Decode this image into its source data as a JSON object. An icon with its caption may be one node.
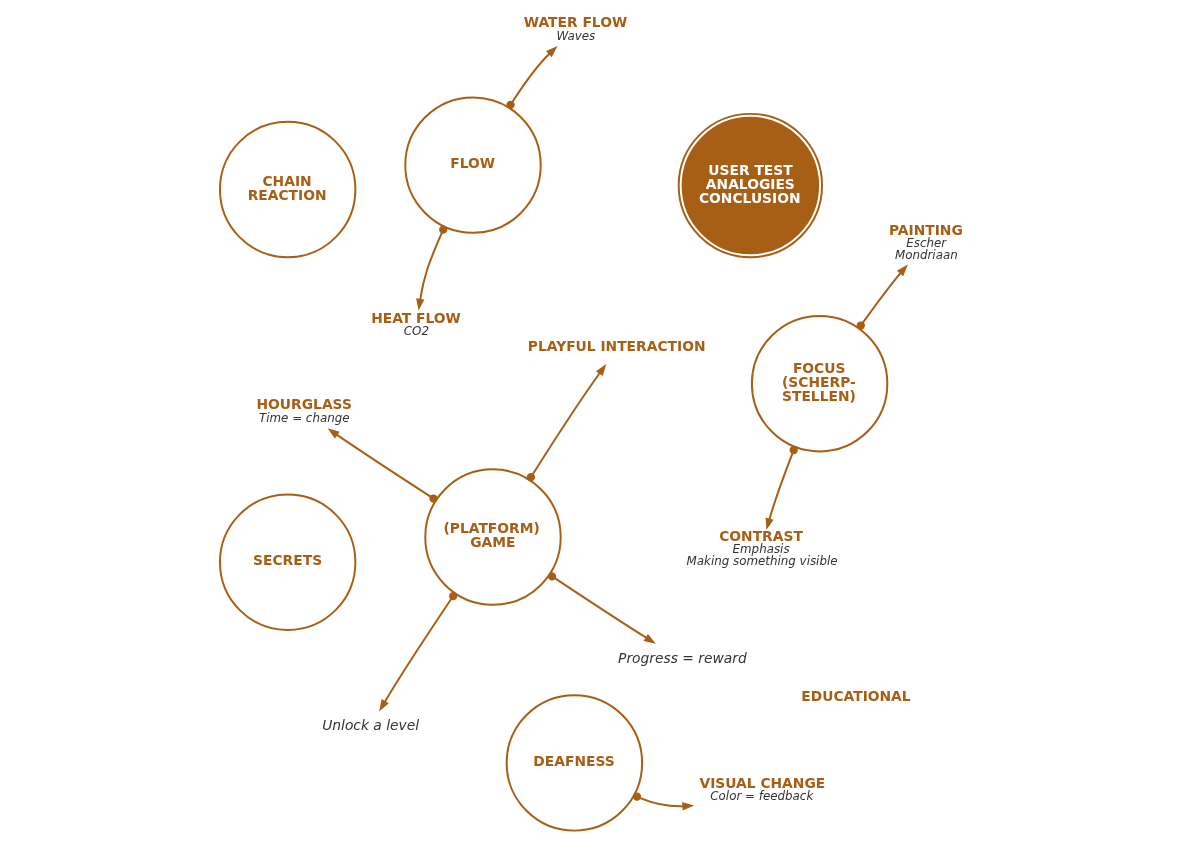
{
  "diagram": {
    "nodes": [
      {
        "text": [
          "DEAFNESS"
        ]
      },
      {
        "text": [
          "VISUAL CHANGE"
        ],
        "beside": [
          "Color = feedback"
        ]
      },
      {
        "text": [
          "FOCUS (SCHERP- STELLEN)"
        ]
      },
      {
        "text": [
          "PAINTING"
        ],
        "beside": [
          "Escher",
          "Mondriaan"
        ]
      },
      {
        "text": [
          "CONTRAST"
        ],
        "beside": [
          "Emphasis",
          "Making something visible"
        ]
      },
      {
        "text": [
          "USER TEST ANALOGIES CONCLUSION"
        ]
      },
      {
        "text": [
          "(PLATFORM) GAME"
        ]
      },
      {
        "text": [
          "Progress = reward"
        ]
      },
      {
        "text": [
          "Unlock a level"
        ]
      },
      {
        "text": [
          "HOURGLASS"
        ],
        "beside": [
          "Time = change"
        ]
      },
      {
        "text": [
          "PLAYFUL INTERACTION"
        ]
      },
      {
        "text": [
          "CHAIN REACTION"
        ]
      },
      {
        "text": [
          "SECRETS"
        ]
      },
      {
        "text": [
          "FLOW"
        ]
      },
      {
        "text": [
          "WATER FLOW"
        ],
        "beside": [
          "Waves"
        ]
      },
      {
        "text": [
          "HEAT FLOW"
        ],
        "beside": [
          "CO2"
        ]
      }
    ],
    "edges": [
      {
        "from": 0,
        "to": 1,
        "arrow": "to"
      },
      {
        "from": 2,
        "to": 3,
        "arrow": "to"
      },
      {
        "from": 2,
        "to": 4,
        "arrow": "to"
      },
      {
        "from": 6,
        "to": 7,
        "arrow": "to"
      },
      {
        "from": 6,
        "to": 8,
        "arrow": "to"
      },
      {
        "from": 6,
        "to": 9,
        "arrow": "to"
      },
      {
        "from": 6,
        "to": 10,
        "arrow": "to"
      },
      {
        "from": 13,
        "to": 14,
        "arrow": "to"
      },
      {
        "from": 13,
        "to": 15,
        "arrow": "to"
      }
    ],
    "labels": [
      "EDUCATIONAL"
    ]
  }
}
